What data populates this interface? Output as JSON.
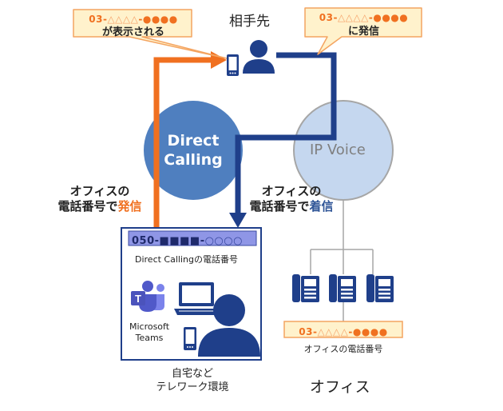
{
  "colors": {
    "orange": "#f07020",
    "navy": "#1f3f8a",
    "dark_navy": "#1f2a6b",
    "direct_calling_circle": "#4f7fbf",
    "ip_voice_circle": "#c5d7ef",
    "callout_fill": "#fff2cc",
    "number_bar_fill": "#8f96e6"
  },
  "callee": {
    "label": "相手先"
  },
  "callout_left": {
    "number_prefix": "03-",
    "number_triangles": "△△△△",
    "number_dash": "-",
    "number_dots": "●●●●",
    "text": "が表示される"
  },
  "callout_right": {
    "number_prefix": "03-",
    "number_triangles": "△△△△",
    "number_dash": "-",
    "number_dots": "●●●●",
    "text": "に発信"
  },
  "direct_calling": {
    "line1": "Direct",
    "line2": "Calling"
  },
  "ip_voice": {
    "label": "IP Voice"
  },
  "outgoing_label": {
    "line1": "オフィスの",
    "line2_prefix": "電話番号で",
    "line2_highlight": "発信"
  },
  "incoming_label": {
    "line1": "オフィスの",
    "line2_prefix": "電話番号で",
    "line2_highlight": "着信"
  },
  "telework_box": {
    "number_prefix": "050-",
    "number_squares": "■■■■",
    "number_dash": "-",
    "number_rings": "○○○○",
    "number_caption": "Direct Callingの電話番号",
    "teams_line1": "Microsoft",
    "teams_line2": "Teams",
    "caption_line1": "自宅など",
    "caption_line2": "テレワーク環境"
  },
  "office": {
    "number_prefix": "03-",
    "number_triangles": "△△△△",
    "number_dash": "-",
    "number_dots": "●●●●",
    "number_caption": "オフィスの電話番号",
    "label": "オフィス",
    "phone_count": 3
  }
}
